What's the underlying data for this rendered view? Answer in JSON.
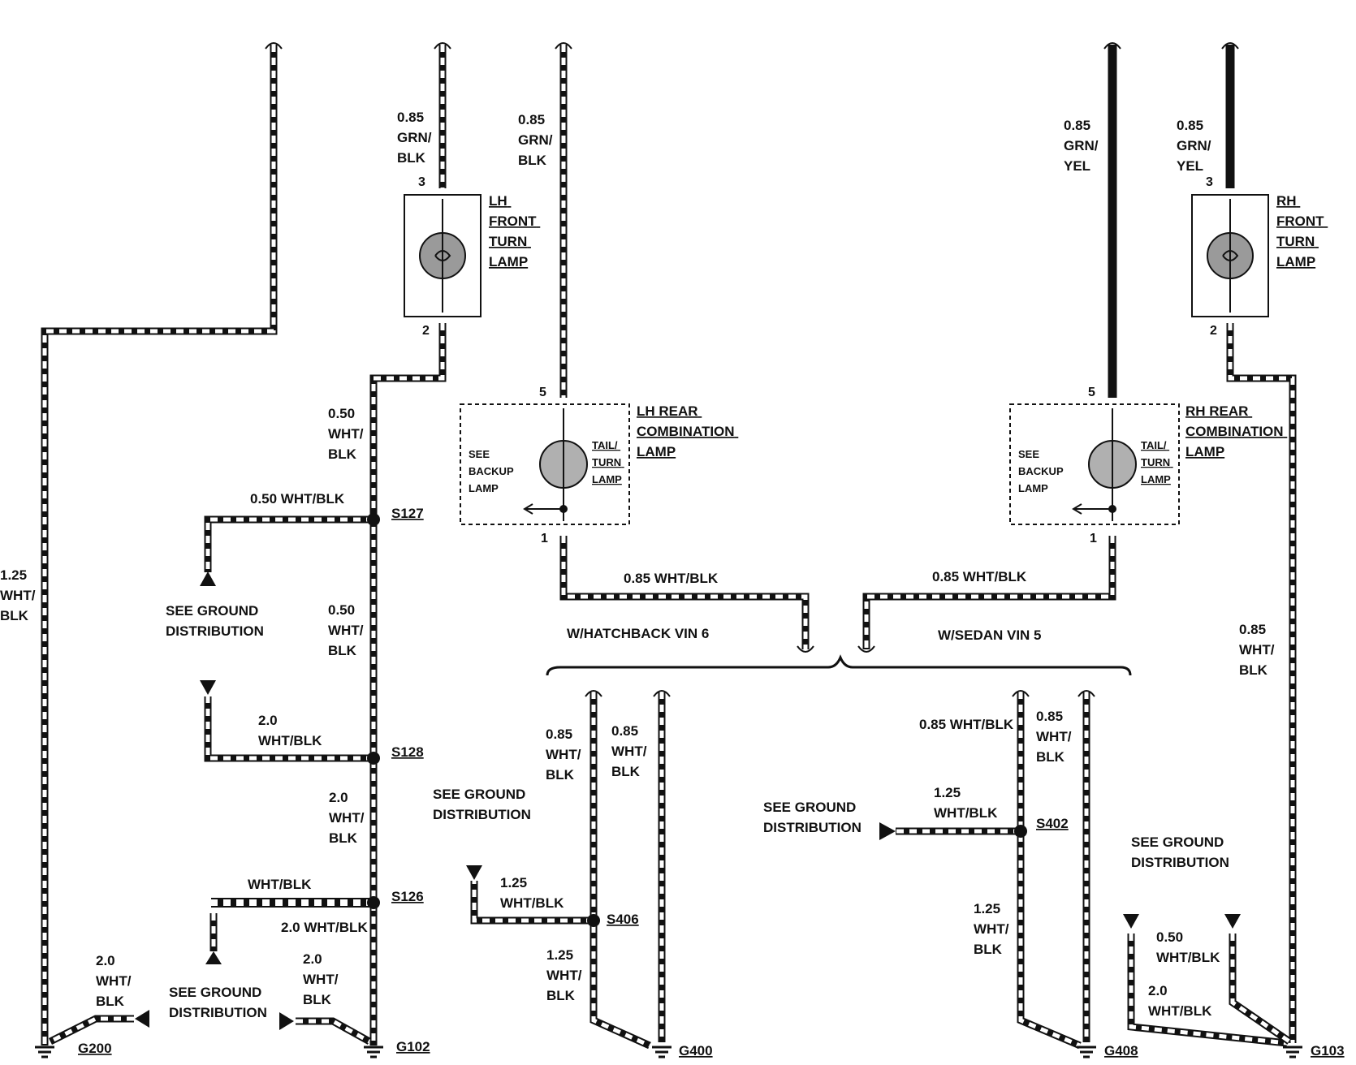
{
  "components": {
    "lh_front_turn": {
      "lines": [
        "LH",
        "FRONT",
        "TURN",
        "LAMP"
      ],
      "pin_top": "3",
      "pin_bottom": "2"
    },
    "rh_front_turn": {
      "lines": [
        "RH",
        "FRONT",
        "TURN",
        "LAMP"
      ],
      "pin_top": "3",
      "pin_bottom": "2"
    },
    "lh_rear_combo": {
      "lines": [
        "LH REAR",
        "COMBINATION",
        "LAMP"
      ],
      "pin_top": "5",
      "pin_bottom": "1",
      "inner_left": [
        "SEE",
        "BACKUP",
        "LAMP"
      ],
      "inner_right": [
        "TAIL/",
        "TURN",
        "LAMP"
      ]
    },
    "rh_rear_combo": {
      "lines": [
        "RH REAR",
        "COMBINATION",
        "LAMP"
      ],
      "pin_top": "5",
      "pin_bottom": "1",
      "inner_left": [
        "SEE",
        "BACKUP",
        "LAMP"
      ],
      "inner_right": [
        "TAIL/",
        "TURN",
        "LAMP"
      ]
    }
  },
  "wires": {
    "w_left_125": [
      "1.25",
      "WHT/",
      "BLK"
    ],
    "w_lhft_top": [
      "0.85",
      "GRN/",
      "BLK"
    ],
    "w_lhrc_top": [
      "0.85",
      "GRN/",
      "BLK"
    ],
    "w_rhrc_top": [
      "0.85",
      "GRN/",
      "YEL"
    ],
    "w_rhft_top": [
      "0.85",
      "GRN/",
      "YEL"
    ],
    "w_050_a": [
      "0.50",
      "WHT/",
      "BLK"
    ],
    "w_050_b": [
      "0.50",
      "WHT/",
      "BLK"
    ],
    "w_s127_branch": "0.50 WHT/BLK",
    "w_20_s128": [
      "2.0",
      "WHT/BLK"
    ],
    "w_20_c": [
      "2.0",
      "WHT/",
      "BLK"
    ],
    "w_s126_branch": "WHT/BLK",
    "w_s126_down": "2.0 WHT/BLK",
    "w_g200_branch": [
      "2.0",
      "WHT/",
      "BLK"
    ],
    "w_g102_branch": [
      "2.0",
      "WHT/",
      "BLK"
    ],
    "w_lh_bottom": "0.85 WHT/BLK",
    "w_rh_bottom": "0.85 WHT/BLK",
    "w_hatch_a": [
      "0.85",
      "WHT/",
      "BLK"
    ],
    "w_hatch_b": [
      "0.85",
      "WHT/",
      "BLK"
    ],
    "w_s406_branch": [
      "1.25",
      "WHT/BLK"
    ],
    "w_s406_down": [
      "1.25",
      "WHT/",
      "BLK"
    ],
    "w_sedan_a": "0.85 WHT/BLK",
    "w_sedan_b": [
      "0.85",
      "WHT/",
      "BLK"
    ],
    "w_s402_branch": [
      "1.25",
      "WHT/BLK"
    ],
    "w_s402_down": [
      "1.25",
      "WHT/",
      "BLK"
    ],
    "w_rh_vertical": [
      "0.85",
      "WHT/",
      "BLK"
    ],
    "w_g103_a": [
      "0.50",
      "WHT/BLK"
    ],
    "w_g103_b": [
      "2.0",
      "WHT/BLK"
    ]
  },
  "splices": {
    "s127": "S127",
    "s128": "S128",
    "s126": "S126",
    "s406": "S406",
    "s402": "S402"
  },
  "grounds": {
    "g200": "G200",
    "g102": "G102",
    "g400": "G400",
    "g408": "G408",
    "g103": "G103"
  },
  "notes": {
    "ground_dist": [
      "SEE GROUND",
      "DISTRIBUTION"
    ],
    "hatchback": "W/HATCHBACK VIN 6",
    "sedan": "W/SEDAN VIN 5"
  }
}
